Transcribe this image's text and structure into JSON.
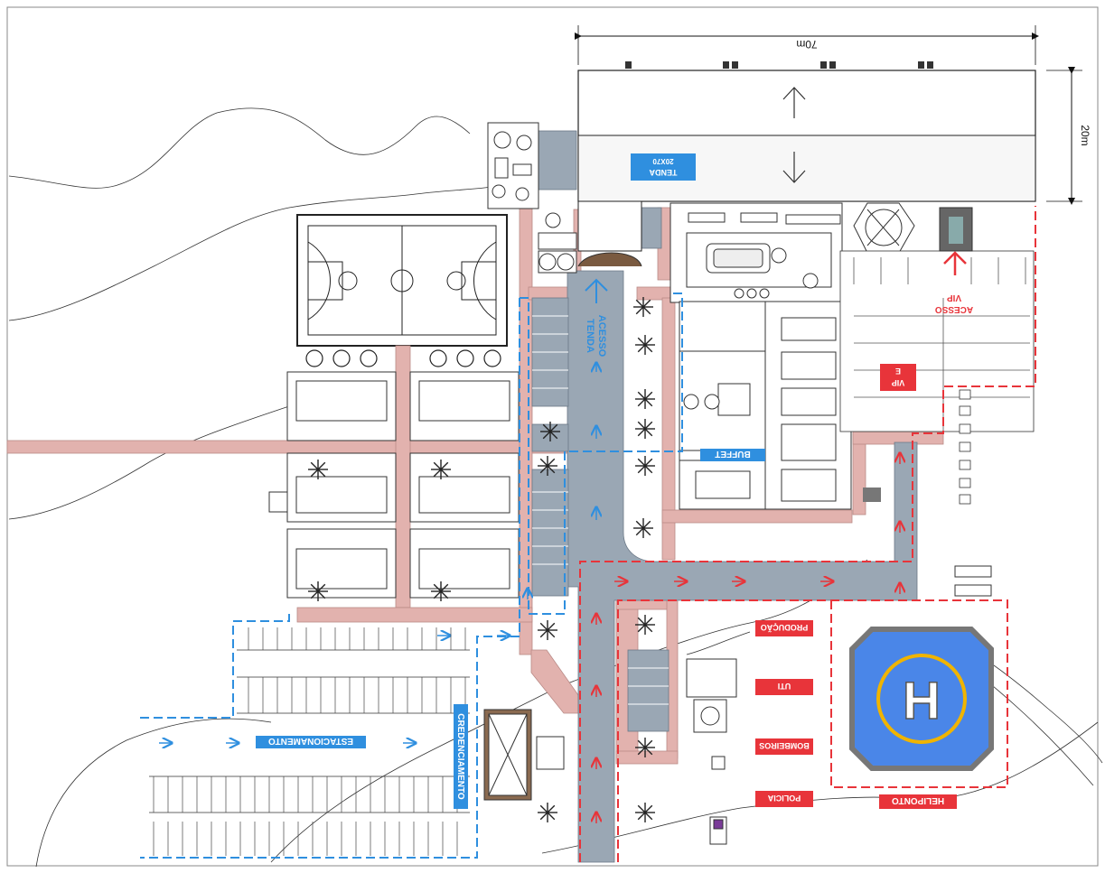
{
  "plan": {
    "dimensions": {
      "width_label": "70m",
      "depth_label": "20m"
    },
    "tent": {
      "title": "TENDA",
      "size": "20X70"
    },
    "access_tent": {
      "line1": "ACESSO",
      "line2": "TENDA"
    },
    "access_vip": {
      "line1": "ACESSO",
      "line2": "VIP"
    },
    "vip_box": {
      "line1": "VIP",
      "line2": "E"
    },
    "buffet": "BUFFET",
    "parking": "ESTACIONAMENTO",
    "credential": "CREDENCIAMENTO",
    "heliport": "HELIPONTO",
    "helipad_letter": "H",
    "services": [
      "PRODUÇÃO",
      "UTI",
      "BOMBEIROS",
      "POLICIA"
    ]
  },
  "colors": {
    "blue_route": "#2f8fdf",
    "red_route": "#e8343a",
    "walkway": "#e2b2ae",
    "road": "#9aa7b4",
    "helipad": "#4a86e8",
    "helipad_ring": "#f0b400"
  }
}
